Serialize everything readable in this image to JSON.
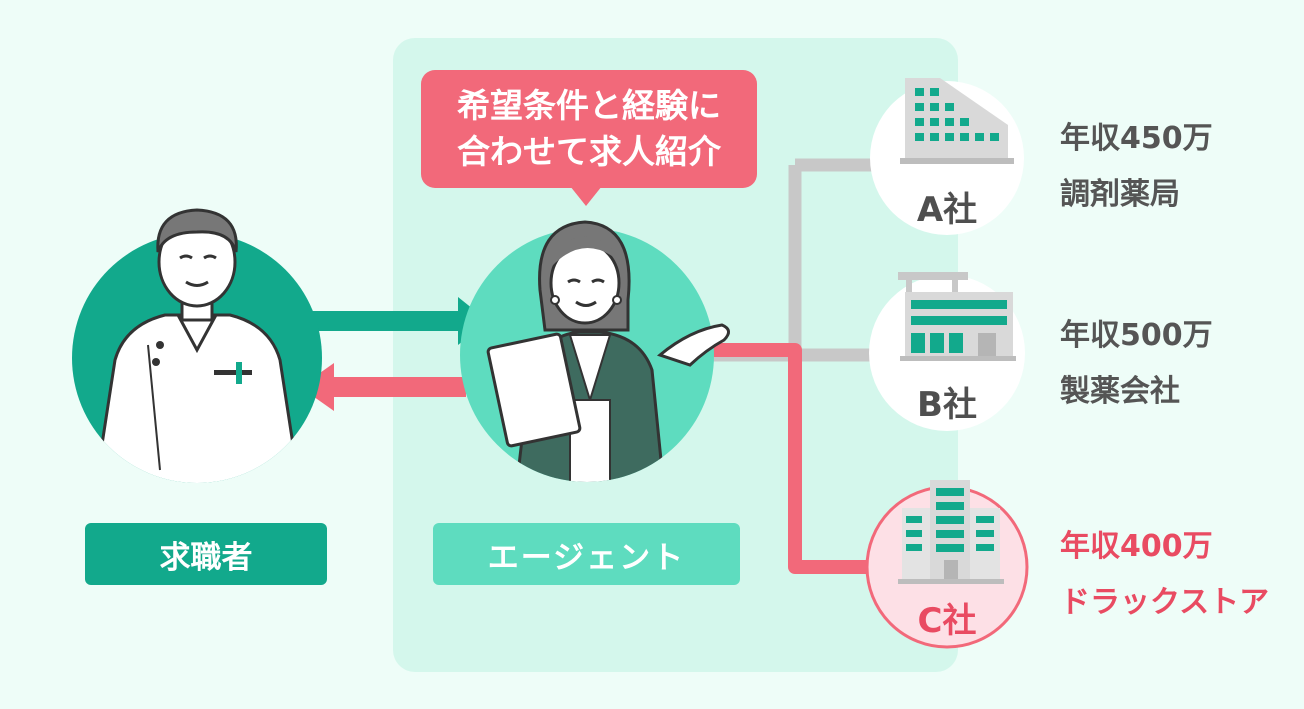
{
  "bubble": {
    "line1": "希望条件と経験に",
    "line2": "合わせて求人紹介"
  },
  "roles": {
    "seeker": "求職者",
    "agent": "エージェント"
  },
  "companies": [
    {
      "name": "A社",
      "salary": "年収450万",
      "type": "調剤薬局",
      "icon": "office-tower-icon",
      "highlight": false
    },
    {
      "name": "B社",
      "salary": "年収500万",
      "type": "製薬会社",
      "icon": "factory-building-icon",
      "highlight": false
    },
    {
      "name": "C社",
      "salary": "年収400万",
      "type": "ドラックストア",
      "icon": "store-building-icon",
      "highlight": true
    }
  ],
  "colors": {
    "background": "#eefdf8",
    "panel": "#d4f7ec",
    "seeker": "#12a98c",
    "agent": "#5edcbf",
    "accent": "#f2697a",
    "highlight_text": "#e94b62",
    "connector_gray": "#c8c8c8"
  }
}
